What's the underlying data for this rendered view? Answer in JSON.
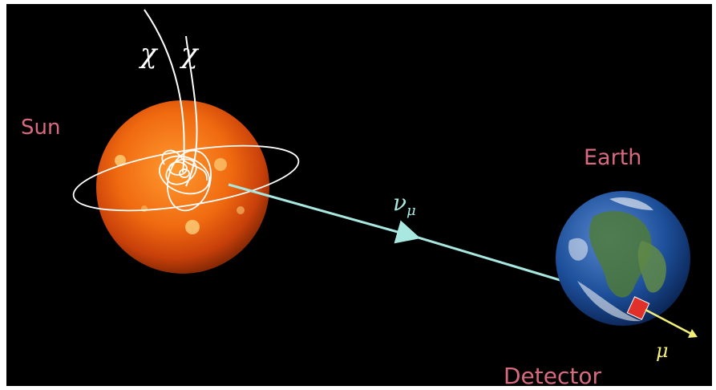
{
  "labels": {
    "sun": "Sun",
    "earth": "Earth",
    "detector": "Detector",
    "neutrino": "ν",
    "neutrino_sub": "μ",
    "muon": "μ",
    "wimp_1": "χ",
    "wimp_2": "χ"
  },
  "colors": {
    "background": "#000000",
    "label": "#d86a80",
    "neutrino_track": "#a9e8e0",
    "muon_track": "#f2f07a",
    "orbit": "#ffffff",
    "detector": "#e0302a"
  }
}
